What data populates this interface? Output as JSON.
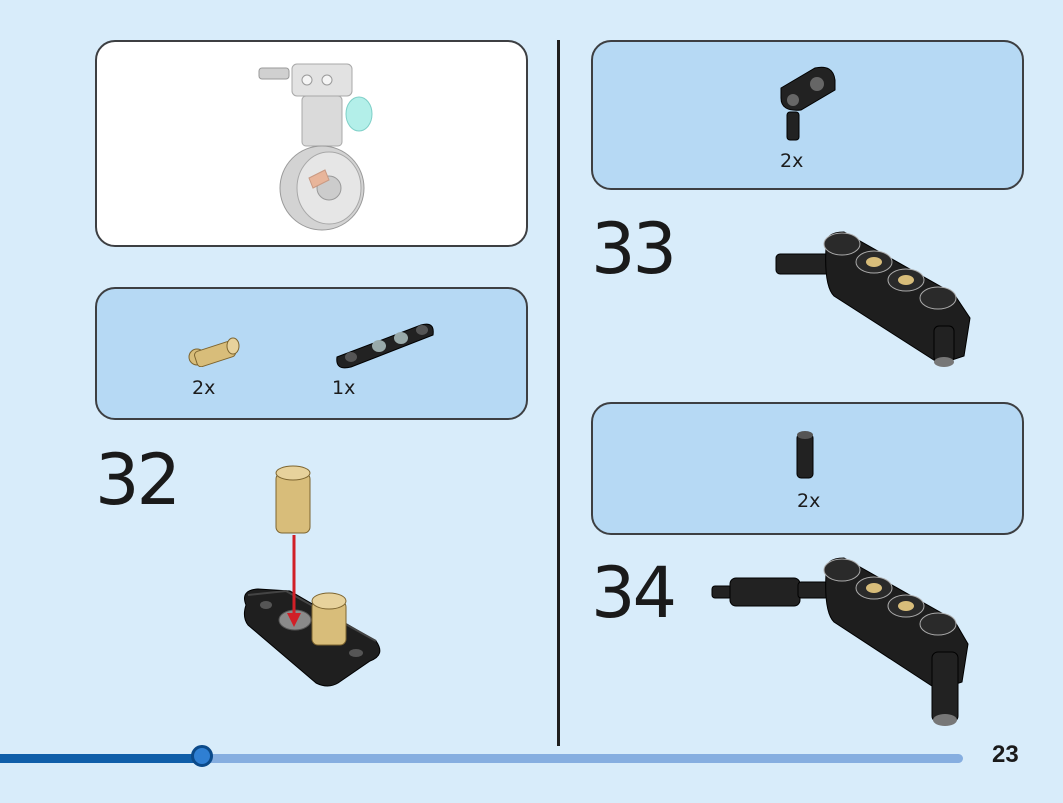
{
  "steps": [
    {
      "number": "32",
      "parts": [
        {
          "qty": "2x"
        },
        {
          "qty": "1x"
        }
      ]
    },
    {
      "number": "33",
      "parts": [
        {
          "qty": "2x"
        }
      ]
    },
    {
      "number": "34",
      "parts": [
        {
          "qty": "2x"
        }
      ]
    }
  ],
  "page": {
    "number": "23",
    "progress": 0.21
  },
  "colors": {
    "background": "#d8ecfa",
    "callout": "#b6d9f4",
    "tan": "#d8bd7a",
    "black_part": "#222222",
    "arrow": "#d11f27",
    "progress_fill": "#0f5ea9",
    "progress_track": "#86aee0"
  }
}
